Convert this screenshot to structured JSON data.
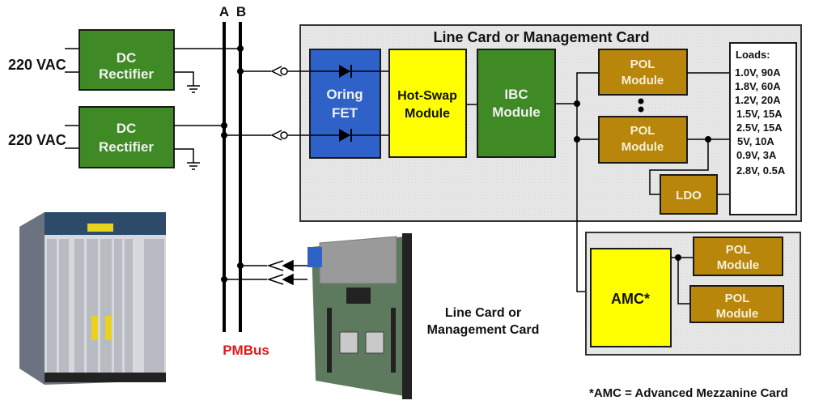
{
  "colors": {
    "rectifier": "#3f8a24",
    "oring": "#2f62c8",
    "hotswap": "#ffff00",
    "ibc": "#3f8a24",
    "pol": "#b8860b",
    "card_bg": "#e8e8e8",
    "loads_bg": "#ffffff",
    "pmbus_label": "#e01818"
  },
  "inputs": [
    {
      "label": "220 VAC"
    },
    {
      "label": "220 VAC"
    }
  ],
  "rectifiers": [
    {
      "line1": "DC",
      "line2": "Rectifier"
    },
    {
      "line1": "DC",
      "line2": "Rectifier"
    }
  ],
  "bus": {
    "a_label": "A",
    "b_label": "B",
    "name": "PMBus"
  },
  "line_card": {
    "title": "Line Card or Management Card",
    "oring": {
      "line1": "Oring",
      "line2": "FET"
    },
    "hotswap": {
      "line1": "Hot-Swap",
      "line2": "Module"
    },
    "ibc": {
      "line1": "IBC",
      "line2": "Module"
    },
    "pol_modules": [
      {
        "line1": "POL",
        "line2": "Module"
      },
      {
        "line1": "POL",
        "line2": "Module"
      }
    ],
    "ldo": "LDO",
    "loads": {
      "title": "Loads:",
      "items": [
        "1.0V, 90A",
        "1.8V, 60A",
        "1.2V, 20A",
        "1.5V, 15A",
        "2.5V, 15A",
        "5V, 10A",
        "0.9V, 3A",
        "2.8V, 0.5A"
      ]
    }
  },
  "amc_card": {
    "amc_label": "AMC*",
    "pol_modules": [
      {
        "line1": "POL",
        "line2": "Module"
      },
      {
        "line1": "POL",
        "line2": "Module"
      }
    ]
  },
  "photo_caption": {
    "line1": "Line Card or",
    "line2": "Management Card"
  },
  "footnote": "*AMC = Advanced Mezzanine Card"
}
